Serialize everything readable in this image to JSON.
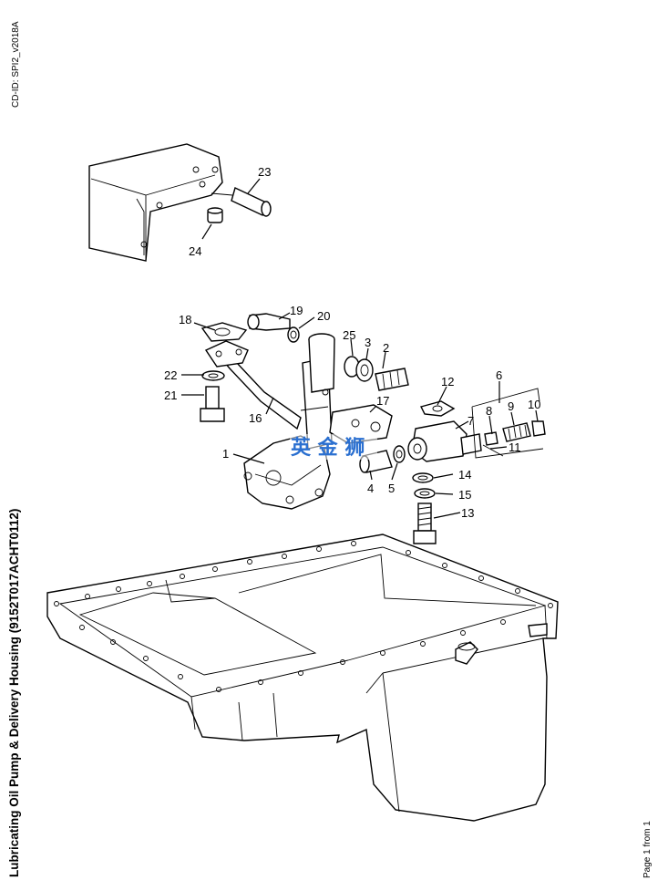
{
  "header": {
    "cd_id": "CD-ID: SPI2_v2018A"
  },
  "sidebar": {
    "title": "Lubricating Oil Pump & Delivery Housing (9152T017ACHT0112)"
  },
  "footer": {
    "page": "Page 1 from 1"
  },
  "watermark": {
    "text": "英 金 狮",
    "color": "#2a6fd0"
  },
  "callouts": [
    "1",
    "2",
    "3",
    "4",
    "5",
    "6",
    "7",
    "8",
    "9",
    "10",
    "11",
    "12",
    "13",
    "14",
    "15",
    "16",
    "17",
    "18",
    "19",
    "20",
    "21",
    "22",
    "23",
    "24",
    "25"
  ]
}
